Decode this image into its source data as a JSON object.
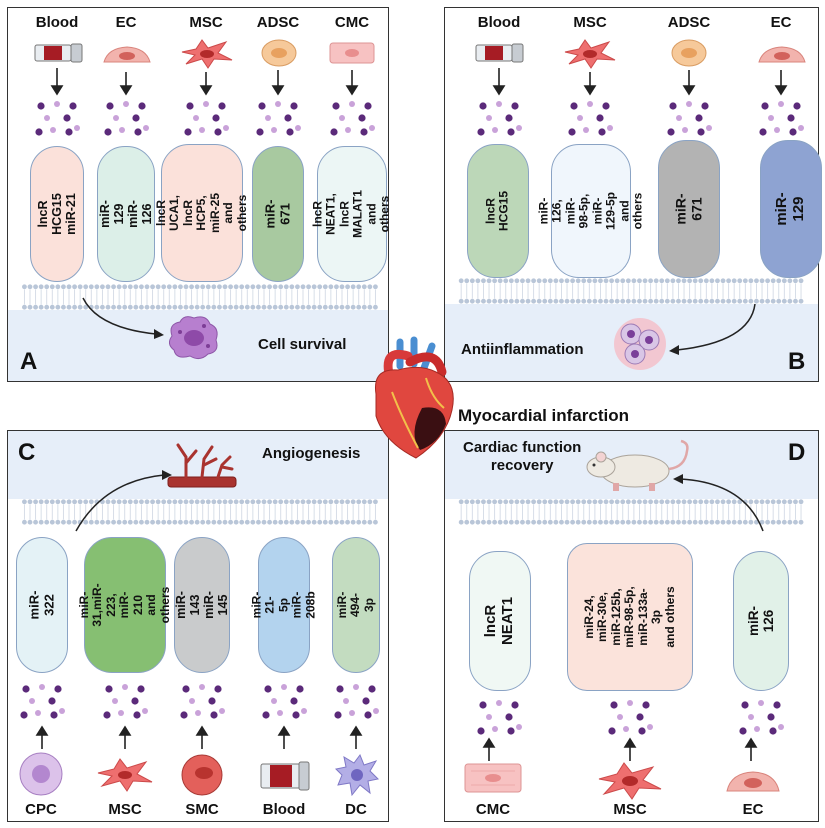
{
  "title": "Myocardial infarction",
  "panels": {
    "A": {
      "label": "A",
      "effect": "Cell survival",
      "sources": [
        "Blood",
        "EC",
        "MSC",
        "ADSC",
        "CMC"
      ],
      "pills": [
        "lncR HCG15\nmiR-21",
        "miR-129\nmiR-126",
        "lncR UCA1, lncR\nHCP5, miR-25\nand others",
        "miR-671",
        "lncR NEAT1,\nlncR MALAT1\nand others"
      ]
    },
    "B": {
      "label": "B",
      "effect": "Antiinflammation",
      "sources": [
        "Blood",
        "MSC",
        "ADSC",
        "EC"
      ],
      "pills": [
        "lncR HCG15",
        "miR-126, miR-\n98-5p, miR-\n129-5p and\nothers",
        "miR-671",
        "miR-129"
      ]
    },
    "C": {
      "label": "C",
      "effect": "Angiogenesis",
      "sources": [
        "CPC",
        "MSC",
        "SMC",
        "Blood",
        "DC"
      ],
      "pills": [
        "miR-322",
        "miR-31,miR-223,\nmiR-210 and\nothers",
        "miR-143\nmiR-145",
        "miR-21-5p\nmiR-208b",
        "miR-494-3p"
      ]
    },
    "D": {
      "label": "D",
      "effect": "Cardiac function\nrecovery",
      "sources": [
        "CMC",
        "MSC",
        "EC"
      ],
      "pills": [
        "lncR NEAT1",
        "miR-24,\nmiR-30e,\nmiR-125b,\nmiR-98-5p,\nmiR-133a-3p\nand others",
        "miR-126"
      ]
    }
  },
  "colors": {
    "membrane": "#b9c6d8",
    "panel_band": "#e6eef9",
    "vesicle_dark": "#5b2a7a",
    "vesicle_light": "#c9a2d9"
  }
}
